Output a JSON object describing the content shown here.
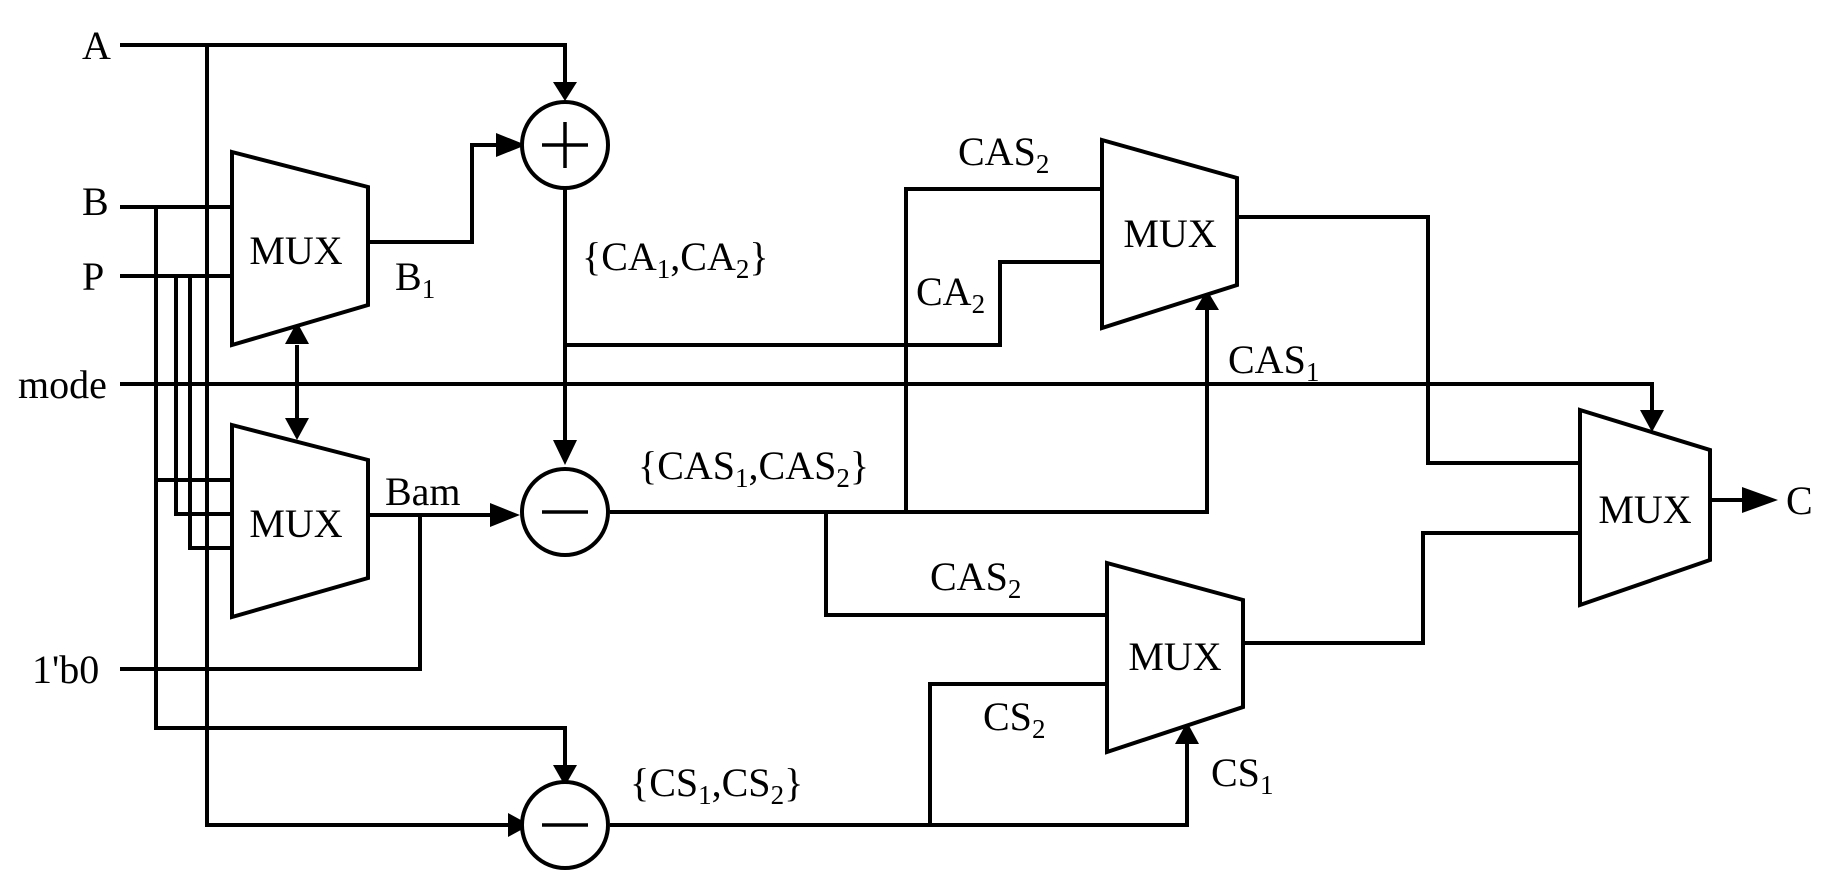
{
  "inputs": {
    "a": "A",
    "b": "B",
    "p": "P",
    "mode": "mode",
    "zero": "1'b0"
  },
  "output": {
    "c": "C"
  },
  "mux_label": "MUX",
  "ops": {
    "add": "+",
    "sub": "−"
  },
  "signals": {
    "b1": {
      "base": "B",
      "sub": "1"
    },
    "bam": "Bam",
    "ca_pair": {
      "open": "{CA",
      "sub1": "1",
      "mid": ",CA",
      "sub2": "2",
      "close": "}"
    },
    "cas_pair": {
      "open": "{CAS",
      "sub1": "1",
      "mid": ",CAS",
      "sub2": "2",
      "close": "}"
    },
    "cs_pair": {
      "open": "{CS",
      "sub1": "1",
      "mid": ",CS",
      "sub2": "2",
      "close": "}"
    },
    "cas2_top": {
      "base": "CAS",
      "sub": "2"
    },
    "ca2": {
      "base": "CA",
      "sub": "2"
    },
    "cas1_top": {
      "base": "CAS",
      "sub": "1"
    },
    "cas2_bottom": {
      "base": "CAS",
      "sub": "2"
    },
    "cs2": {
      "base": "CS",
      "sub": "2"
    },
    "cs1": {
      "base": "CS",
      "sub": "1"
    }
  }
}
